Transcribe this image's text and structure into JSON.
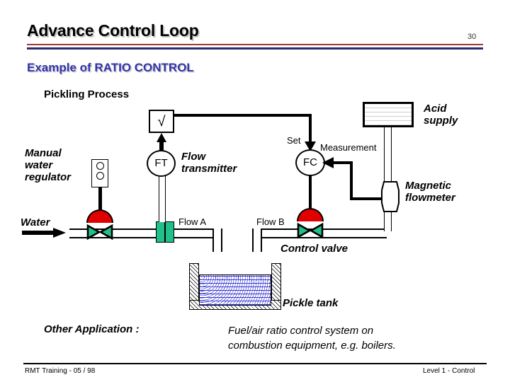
{
  "header": {
    "title": "Advance Control Loop",
    "page_number": "30",
    "subtitle": "Example of RATIO CONTROL",
    "rule_red": "#9e3b35",
    "rule_navy": "#2a2a6e",
    "subtitle_color": "#3333aa"
  },
  "diagram": {
    "heading": "Pickling Process",
    "labels": {
      "manual_regulator": "Manual\nwater\nregulator",
      "water": "Water",
      "flow_transmitter": "Flow\ntransmitter",
      "flow_a": "Flow A",
      "flow_b": "Flow B",
      "set": "Set",
      "measurement": "Measurement",
      "acid_supply": "Acid\nsupply",
      "magnetic_flowmeter": "Magnetic\nflowmeter",
      "control_valve": "Control valve",
      "pickle_tank": "Pickle tank"
    },
    "instruments": {
      "sqrt_symbol": "√",
      "flow_transmitter_tag": "FT",
      "flow_controller_tag": "FC"
    },
    "colors": {
      "valve_actuator": "#e00000",
      "orifice_plate": "#21c08a",
      "valve_body": "#21c08a",
      "liquid": "#3a3ad8"
    }
  },
  "footer": {
    "other_application_label": "Other Application :",
    "other_application_text": "Fuel/air ratio control system on\ncombustion equipment, e.g. boilers.",
    "left": "RMT Training  -  05 / 98",
    "right": "Level 1 - Control"
  }
}
